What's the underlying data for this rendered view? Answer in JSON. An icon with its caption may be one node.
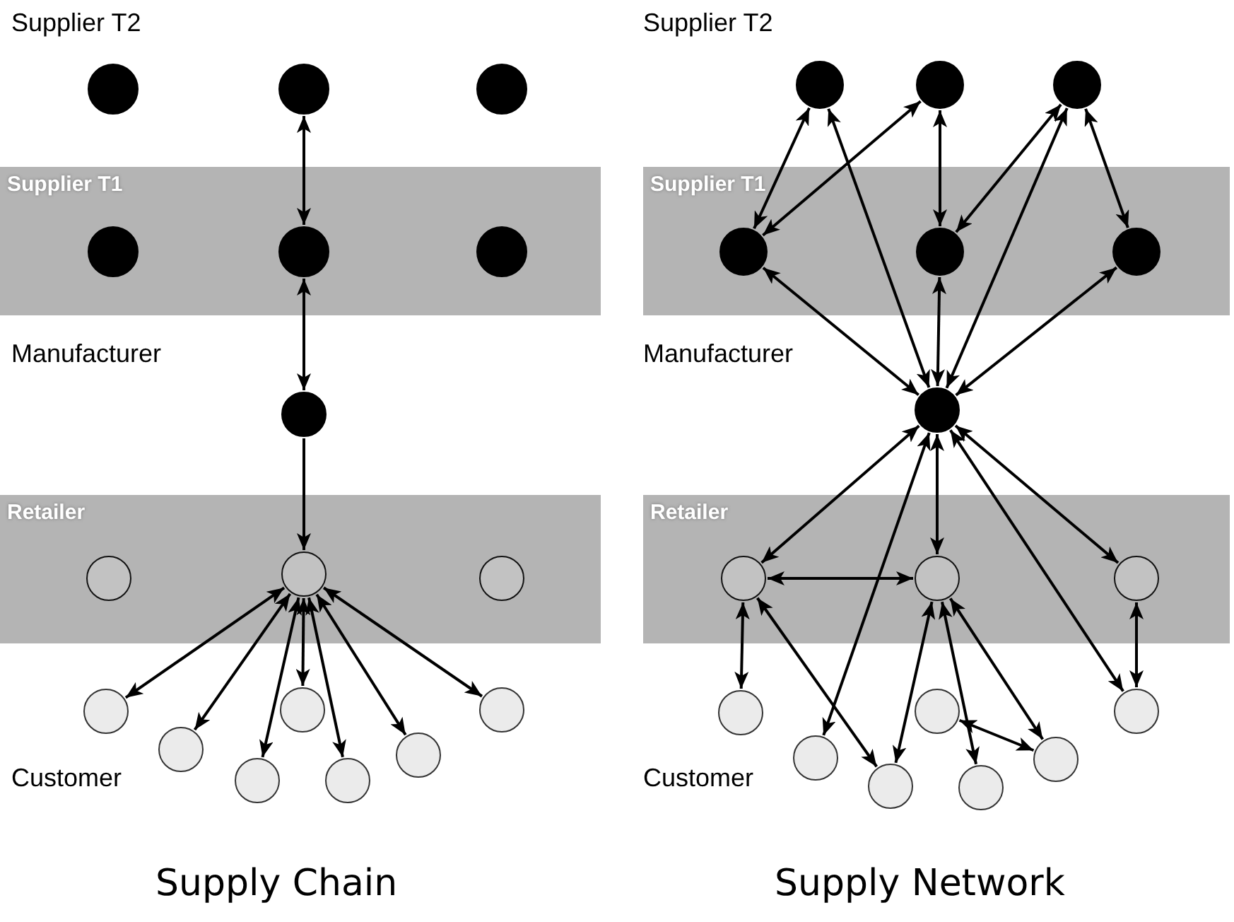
{
  "diagram": {
    "nodes": [
      {
        "text": [],
        "shape": "circle"
      },
      {
        "text": [],
        "shape": "circle"
      },
      {
        "text": [],
        "shape": "circle"
      },
      {
        "text": [
          "Supplier T1"
        ]
      },
      {
        "text": [],
        "shape": "circle",
        "in": 3
      },
      {
        "text": [],
        "shape": "circle",
        "in": 3
      },
      {
        "text": [],
        "shape": "circle",
        "in": 3
      },
      {
        "text": [],
        "shape": "circle"
      },
      {
        "text": [
          "Retailer"
        ]
      },
      {
        "text": [],
        "shape": "circle",
        "in": 8
      },
      {
        "text": [],
        "shape": "circle",
        "in": 8
      },
      {
        "text": [],
        "shape": "circle",
        "in": 8
      },
      {
        "text": [],
        "shape": "circle"
      },
      {
        "text": [],
        "shape": "circle"
      },
      {
        "text": [],
        "shape": "circle"
      },
      {
        "text": [],
        "shape": "circle"
      },
      {
        "text": [],
        "shape": "circle"
      },
      {
        "text": [],
        "shape": "circle"
      },
      {
        "text": [],
        "shape": "circle"
      },
      {
        "text": [],
        "shape": "circle"
      },
      {
        "text": [],
        "shape": "circle"
      },
      {
        "text": [],
        "shape": "circle"
      },
      {
        "text": [
          "Supplier T1"
        ]
      },
      {
        "text": [],
        "shape": "circle",
        "in": 22
      },
      {
        "text": [],
        "shape": "circle",
        "in": 22
      },
      {
        "text": [],
        "shape": "circle",
        "in": 22
      },
      {
        "text": [],
        "shape": "circle"
      },
      {
        "text": [
          "Retailer"
        ]
      },
      {
        "text": [],
        "shape": "circle",
        "in": 27
      },
      {
        "text": [],
        "shape": "circle",
        "in": 27
      },
      {
        "text": [],
        "shape": "circle",
        "in": 27
      },
      {
        "text": [],
        "shape": "circle"
      },
      {
        "text": [],
        "shape": "circle"
      },
      {
        "text": [],
        "shape": "circle"
      },
      {
        "text": [],
        "shape": "circle"
      },
      {
        "text": [],
        "shape": "circle"
      },
      {
        "text": [],
        "shape": "circle"
      },
      {
        "text": [],
        "shape": "circle"
      }
    ],
    "edges": [
      {
        "from": 1,
        "to": 5,
        "arrow": "both"
      },
      {
        "from": 5,
        "to": 7,
        "arrow": "both"
      },
      {
        "from": 7,
        "to": 10,
        "arrow": "to"
      },
      {
        "from": 10,
        "to": 12,
        "arrow": "both"
      },
      {
        "from": 10,
        "to": 13,
        "arrow": "both"
      },
      {
        "from": 10,
        "to": 14,
        "arrow": "both"
      },
      {
        "from": 10,
        "to": 15,
        "arrow": "both"
      },
      {
        "from": 10,
        "to": 16,
        "arrow": "both"
      },
      {
        "from": 10,
        "to": 17,
        "arrow": "both"
      },
      {
        "from": 10,
        "to": 18,
        "arrow": "both"
      },
      {
        "from": 19,
        "to": 23,
        "arrow": "both"
      },
      {
        "from": 23,
        "to": 20,
        "arrow": "both"
      },
      {
        "from": 26,
        "to": 19,
        "arrow": "both"
      },
      {
        "from": 20,
        "to": 24,
        "arrow": "both"
      },
      {
        "from": 21,
        "to": 24,
        "arrow": "both"
      },
      {
        "from": 26,
        "to": 21,
        "arrow": "both"
      },
      {
        "from": 21,
        "to": 25,
        "arrow": "both"
      },
      {
        "from": 23,
        "to": 26,
        "arrow": "both"
      },
      {
        "from": 24,
        "to": 26,
        "arrow": "both"
      },
      {
        "from": 25,
        "to": 26,
        "arrow": "both"
      },
      {
        "from": 26,
        "to": 28,
        "arrow": "both"
      },
      {
        "from": 26,
        "to": 32,
        "arrow": "both"
      },
      {
        "from": 26,
        "to": 29,
        "arrow": "both"
      },
      {
        "from": 26,
        "to": 37,
        "arrow": "both"
      },
      {
        "from": 26,
        "to": 30,
        "arrow": "both"
      },
      {
        "from": 28,
        "to": 29,
        "arrow": "both"
      },
      {
        "from": 28,
        "to": 31,
        "arrow": "both"
      },
      {
        "from": 28,
        "to": 33,
        "arrow": "both"
      },
      {
        "from": 29,
        "to": 33,
        "arrow": "both"
      },
      {
        "from": 29,
        "to": 35,
        "arrow": "both"
      },
      {
        "from": 29,
        "to": 36,
        "arrow": "both"
      },
      {
        "from": 34,
        "to": 36,
        "arrow": "both"
      },
      {
        "from": 30,
        "to": 37,
        "arrow": "both"
      }
    ],
    "labels": [
      "Supplier T2",
      "Supplier T2",
      "Manufacturer",
      "Manufacturer",
      "Customer",
      "Customer",
      "Supply Chain",
      "Supply Network"
    ]
  }
}
